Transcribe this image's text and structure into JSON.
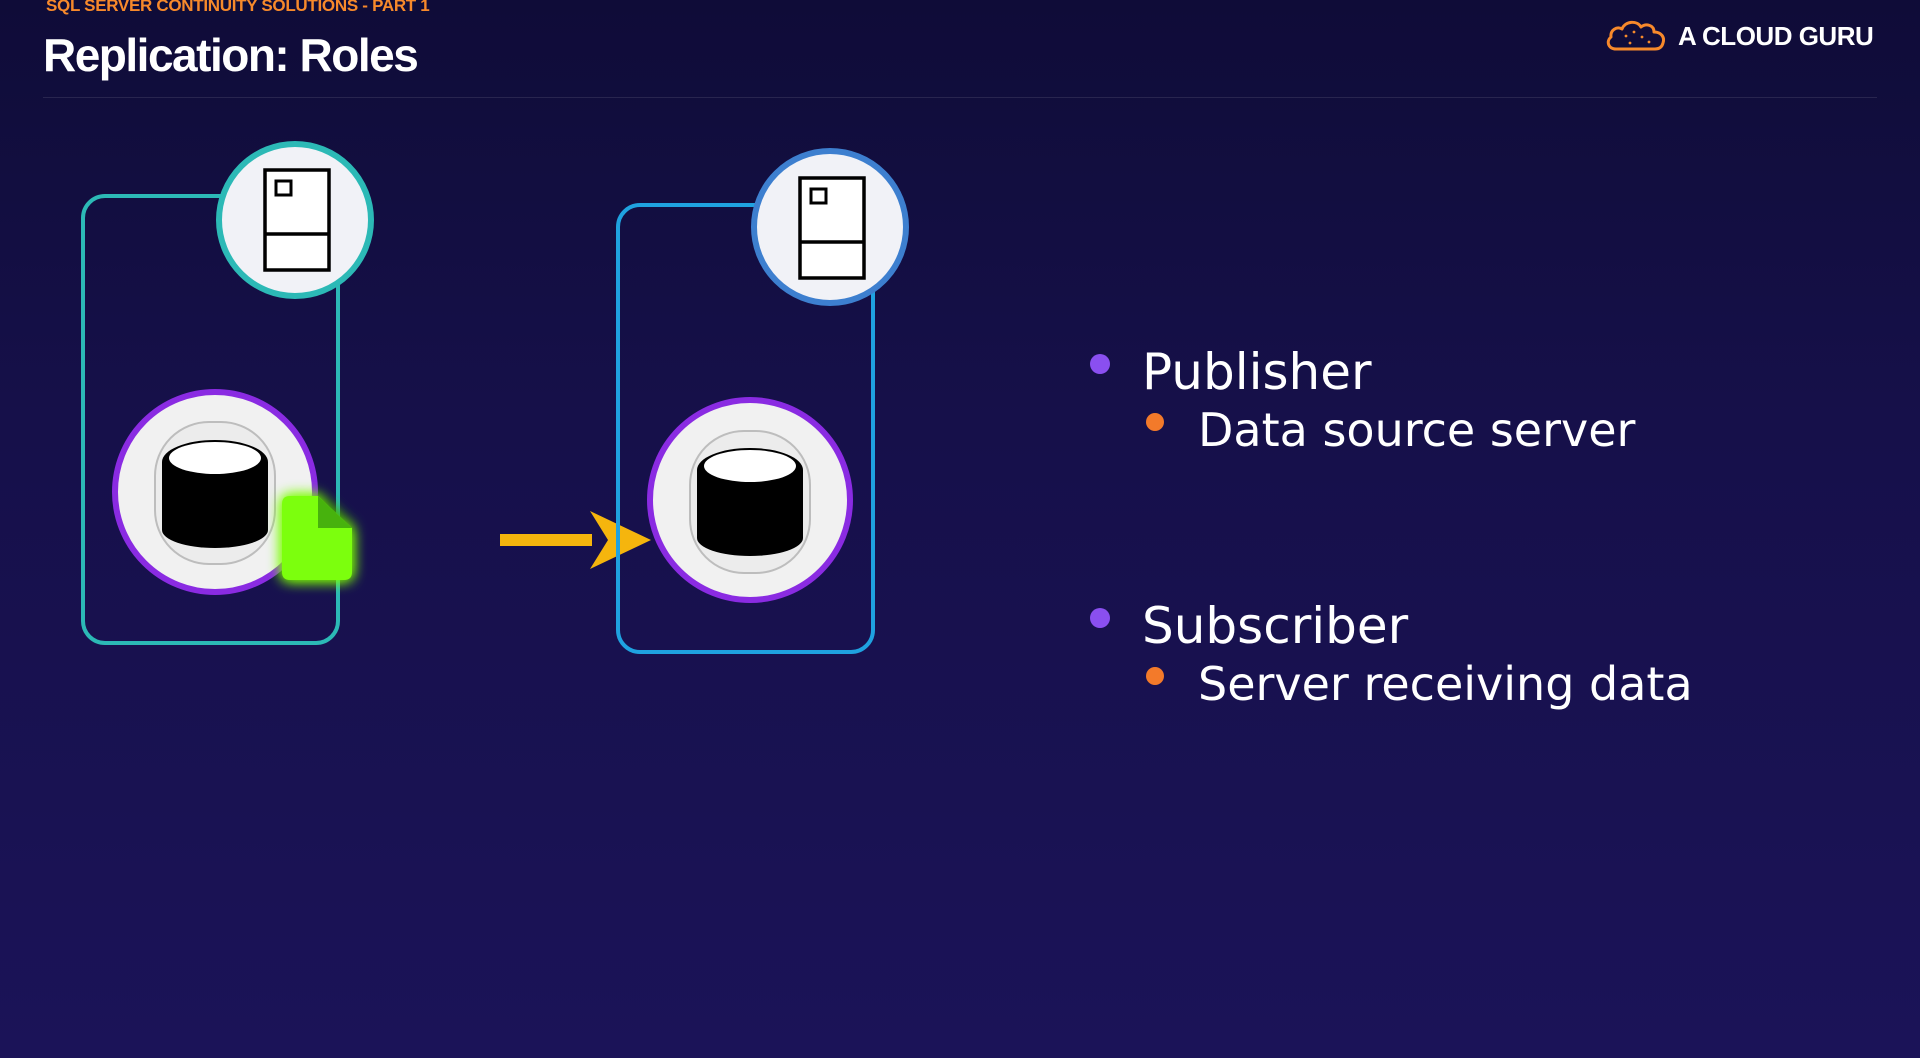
{
  "header": {
    "eyebrow": "SQL SERVER CONTINUITY SOLUTIONS - PART 1",
    "title": "Replication: Roles",
    "brand_name": "A CLOUD GURU",
    "brand_icon": "cloud-logo"
  },
  "diagram": {
    "icons": [
      "server-icon",
      "database-icon",
      "document-icon",
      "arrow-right-icon"
    ],
    "colors": {
      "publisher_frame": "#2cb9b6",
      "subscriber_frame": "#1fa2e0",
      "subscriber_server_ring": "#3d7fcf",
      "db_ring": "#8a2be2",
      "document": "#7cff0a",
      "arrow": "#f5b50d"
    }
  },
  "bullets": [
    {
      "label": "Publisher",
      "sub": "Data source server"
    },
    {
      "label": "Subscriber",
      "sub": "Server receiving data"
    }
  ],
  "colors": {
    "background_top": "#0f0c38",
    "background_bottom": "#1b1358",
    "accent_orange": "#f7892b",
    "bullet_primary": "#8a4ff0",
    "bullet_secondary": "#f37a2a"
  }
}
